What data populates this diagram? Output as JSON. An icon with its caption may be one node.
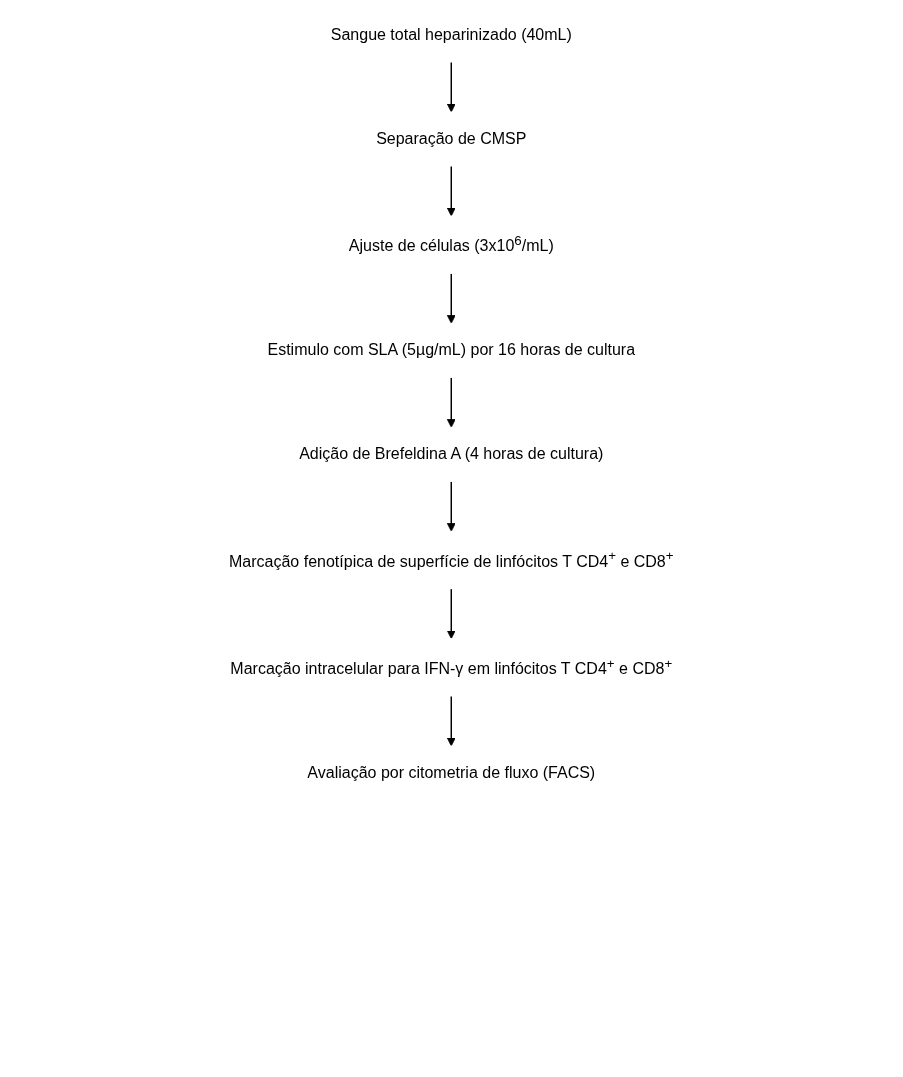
{
  "diagram": {
    "nodes": [
      {
        "text": [
          "Sangue total heparinizado (40mL)"
        ]
      },
      {
        "text": [
          "Separação de CMSP"
        ]
      },
      {
        "text": [
          "Ajuste de células (3x10$^{6}$/mL)"
        ]
      },
      {
        "text": [
          "Estimulo com SLA (5µg/mL) por 16 horas de cultura"
        ]
      },
      {
        "text": [
          "Adição de Brefeldina A (4 horas de cultura)"
        ]
      },
      {
        "text": [
          "Marcação fenotípica de superfície de linfócitos T CD4$^{+}$ e CD8$^{+}$"
        ]
      },
      {
        "text": [
          "Marcação intracelular para IFN-γ em linfócitos T CD4$^{+}$ e CD8$^{+}$"
        ]
      },
      {
        "text": [
          "Avaliação por citometria de fluxo (FACS)"
        ]
      }
    ],
    "edges": [
      {
        "from": 0,
        "to": 1,
        "arrow": "to"
      },
      {
        "from": 1,
        "to": 2,
        "arrow": "to"
      },
      {
        "from": 2,
        "to": 3,
        "arrow": "to"
      },
      {
        "from": 3,
        "to": 4,
        "arrow": "to"
      },
      {
        "from": 4,
        "to": 5,
        "arrow": "to"
      },
      {
        "from": 5,
        "to": 6,
        "arrow": "to"
      },
      {
        "from": 6,
        "to": 7,
        "arrow": "to"
      }
    ]
  }
}
